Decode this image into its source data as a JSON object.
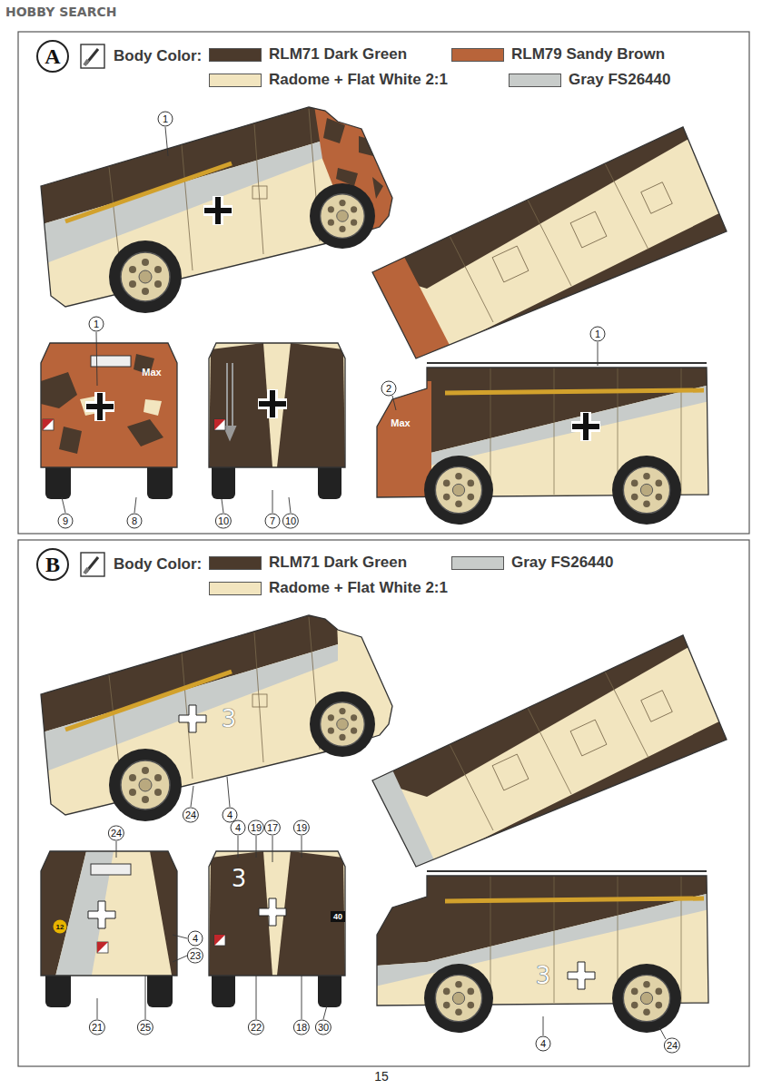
{
  "diagram": {
    "nodes": [
      {
        "text": [
          "A"
        ]
      },
      {
        "text": [
          "B"
        ]
      }
    ],
    "labels": [
      "HOBBY SEARCH",
      "Body Color:",
      "1",
      "1",
      "Max",
      "9",
      "8",
      "10",
      "7",
      "10",
      "2",
      "Max",
      "1",
      "Body Color:",
      "3",
      "24",
      "4",
      "24",
      "4",
      "19",
      "17",
      "19",
      "3",
      "12",
      "4",
      "23",
      "40",
      "21",
      "25",
      "22",
      "18",
      "30",
      "3",
      "4",
      "24",
      "15"
    ],
    "legend": [
      {
        "text": "RLM71 Dark Green",
        "color": "#4b3a2c"
      },
      {
        "text": "RLM79 Sandy Brown",
        "color": "#b8643a"
      },
      {
        "text": "Radome + Flat White 2:1",
        "color": "#f2e5bf"
      },
      {
        "text": "Gray FS26440",
        "color": "#c8ccca"
      },
      {
        "text": "RLM71 Dark Green",
        "color": "#4b3a2c"
      },
      {
        "text": "Gray FS26440",
        "color": "#c8ccca"
      },
      {
        "text": "Radome + Flat White 2:1",
        "color": "#f2e5bf"
      }
    ]
  }
}
